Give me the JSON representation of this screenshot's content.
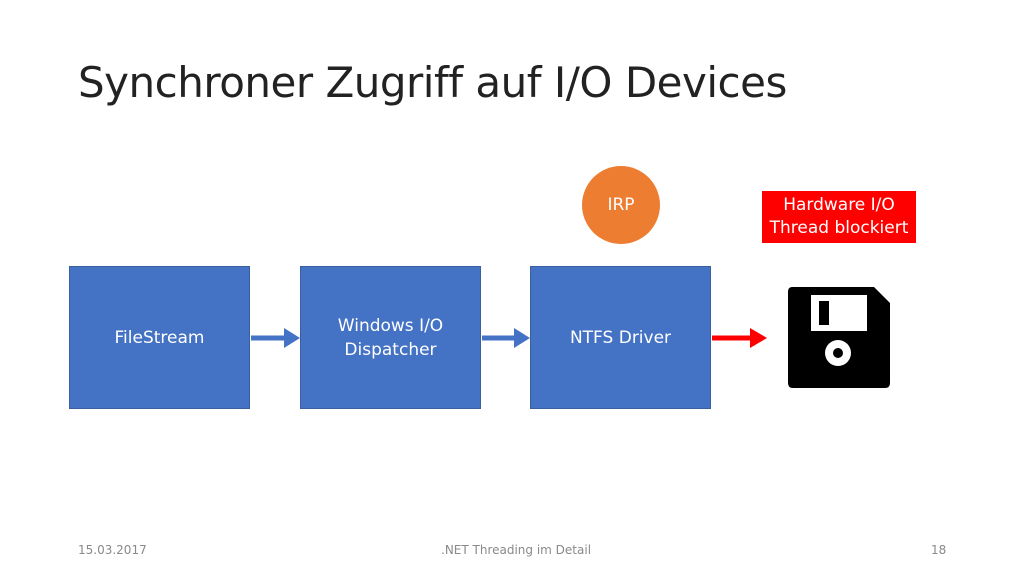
{
  "slide": {
    "title": "Synchroner Zugriff auf I/O Devices"
  },
  "diagram": {
    "boxes": {
      "filestream": {
        "line1": "FileStream"
      },
      "dispatcher": {
        "line1": "Windows I/O",
        "line2": "Dispatcher"
      },
      "ntfs": {
        "line1": "NTFS Driver"
      }
    },
    "irp": {
      "label": "IRP"
    },
    "hardware": {
      "line1": "Hardware I/O",
      "line2": "Thread blockiert"
    },
    "icon": "floppy-disk-icon",
    "colors": {
      "box": "#4472c4",
      "irp": "#ed7d31",
      "hardware_label": "#ff0000",
      "arrow_blue": "#4472c4",
      "arrow_red": "#ff0000"
    }
  },
  "footer": {
    "date": "15.03.2017",
    "center": ".NET Threading im Detail",
    "page": "18"
  }
}
